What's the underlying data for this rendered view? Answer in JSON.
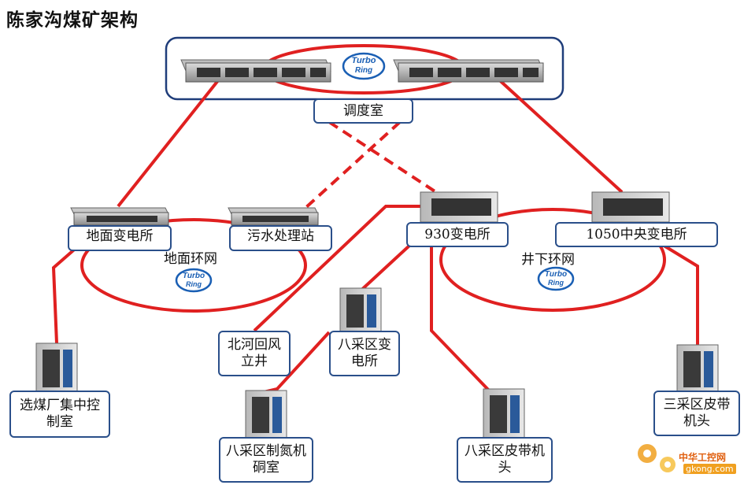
{
  "title": "陈家沟煤矿架构",
  "nodes": {
    "dispatch": "调度室",
    "ground_sub": "地面变电所",
    "sewage": "污水处理站",
    "sub930": "930变电所",
    "central1050": "1050中央变电所",
    "beihe": "北河回风立井",
    "bacai_sub": "八采区变电所",
    "coal_prep": "选煤厂集中控制室",
    "bacai_nitrogen": "八采区制氮机硐室",
    "bacai_belt": "八采区皮带机头",
    "sancai_belt": "三采区皮带机头"
  },
  "rings": {
    "surface": "地面环网",
    "underground": "井下环网"
  },
  "logo": {
    "line1": "Turbo",
    "line2": "Ring"
  },
  "watermark": {
    "brand": "中华工控网",
    "url": "gkong.com"
  },
  "colors": {
    "link": "#e02020",
    "box_border": "#2a4f8a",
    "logo_blue": "#1a5fb4"
  }
}
